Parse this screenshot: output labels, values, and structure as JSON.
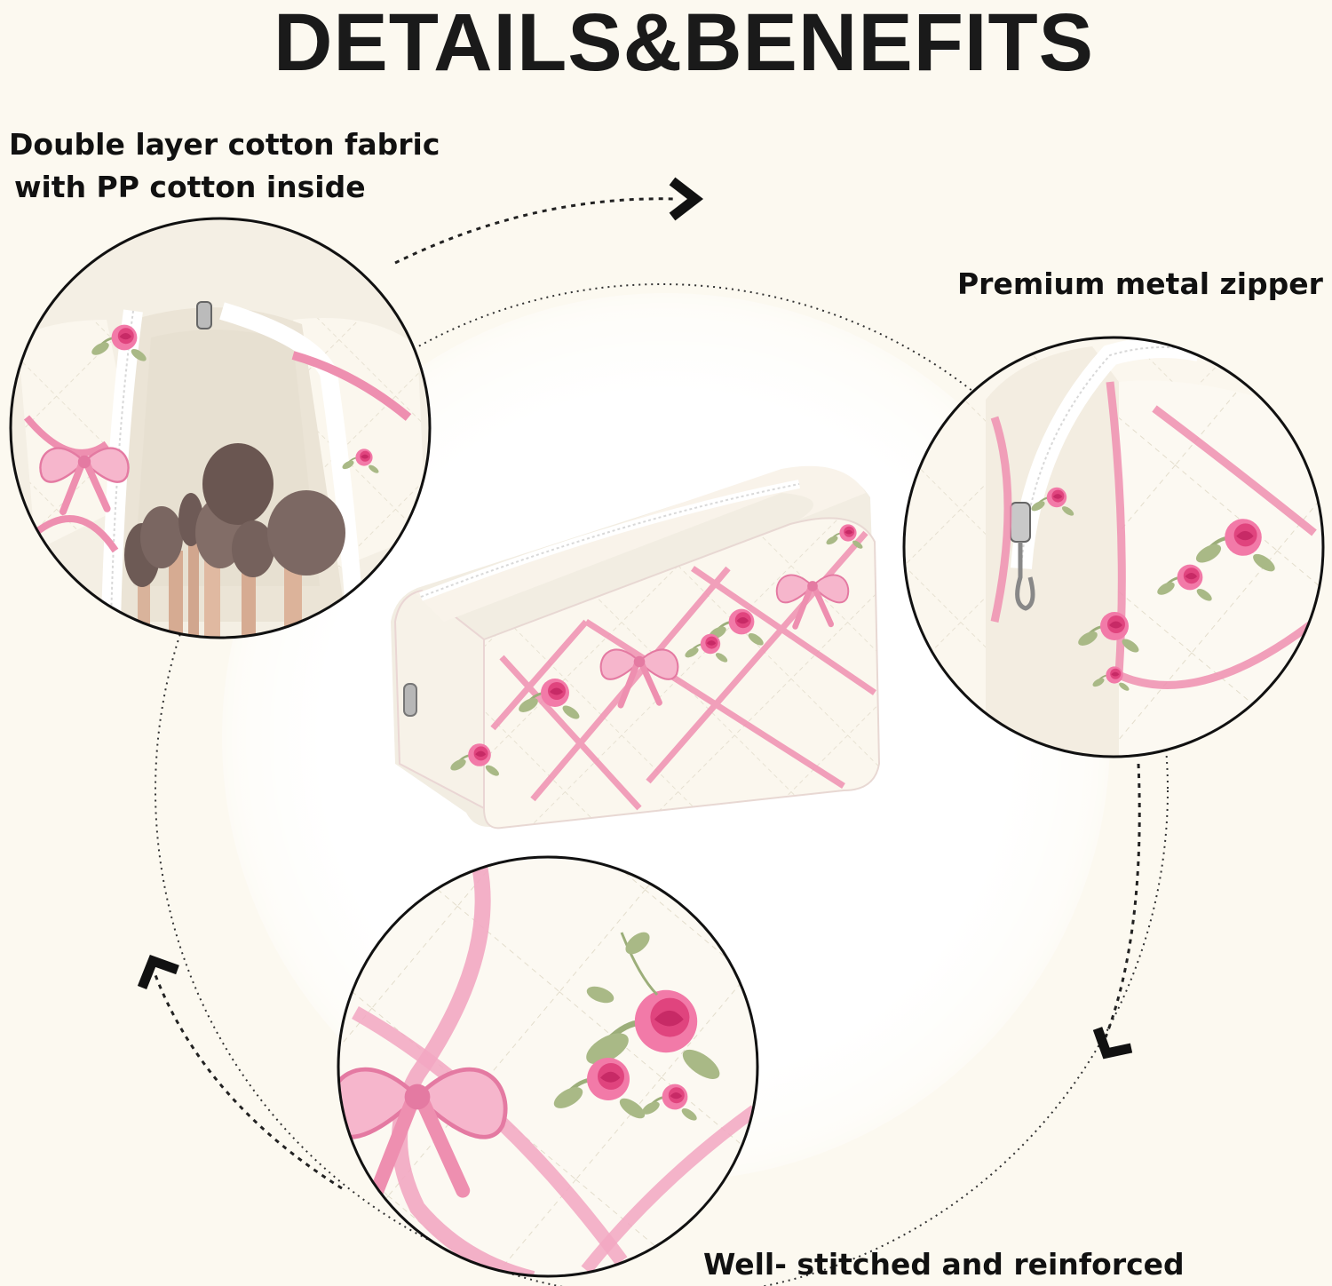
{
  "heading": "DETAILS&BENEFITS",
  "features": {
    "fabric_line1": "Double layer cotton fabric",
    "fabric_line2": "with PP cotton inside",
    "zipper": "Premium metal zipper",
    "stitching": "Well- stitched and reinforced"
  },
  "colors": {
    "background": "#fcf9f0",
    "fabric": "#fbf7ee",
    "ribbon": "#ee8fb0",
    "rose": "#e0447e",
    "leaf": "#9cae7a",
    "outline": "#111111"
  },
  "icons": [
    "chevron-right-icon",
    "chevron-down-left-icon",
    "chevron-up-left-icon"
  ]
}
